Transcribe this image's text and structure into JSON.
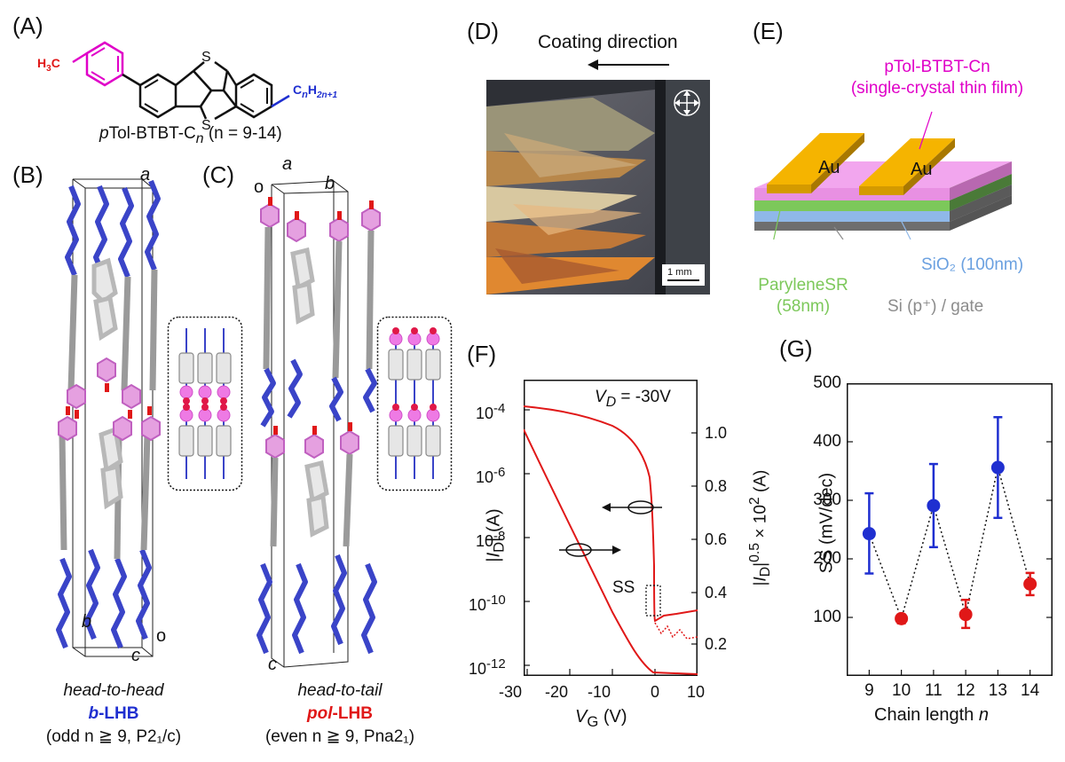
{
  "colors": {
    "blue": "#1f2fd0",
    "red": "#e01818",
    "magenta": "#e000c8",
    "pink": "#e28ae0",
    "gold": "#f5b400",
    "green": "#7cc85a",
    "lightblue": "#8fb8e8",
    "grey": "#8c8c8c"
  },
  "panels": {
    "A": "(A)",
    "B": "(B)",
    "C": "(C)",
    "D": "(D)",
    "E": "(E)",
    "F": "(F)",
    "G": "(G)"
  },
  "panelA": {
    "ch3_prefix": "H",
    "ch3_sub": "3",
    "ch3_suffix": "C",
    "s_top": "S",
    "s_bottom": "S",
    "cn_c": "C",
    "cn_n": "n",
    "cn_h": "H",
    "cn_sub": "2n+1",
    "name_p": "p",
    "name_main": "Tol-BTBT-C",
    "name_n": "n",
    "name_range": "(n = 9-14)"
  },
  "panelB": {
    "axis_a": "a",
    "axis_b": "b",
    "axis_c": "c",
    "axis_o": "o",
    "cap1": "head-to-head",
    "cap2_bold": "b",
    "cap2_rest": "-LHB",
    "cap3": "(odd n ≧ 9, P2₁/c)"
  },
  "panelC": {
    "axis_a": "a",
    "axis_b": "b",
    "axis_c": "c",
    "axis_o": "o",
    "cap1": "head-to-tail",
    "cap2_bold": "pol",
    "cap2_rest": "-LHB",
    "cap3": "(even n ≧ 9, Pna2₁)"
  },
  "panelD": {
    "coating": "Coating direction",
    "scale": "1 mm"
  },
  "panelE": {
    "title1": "pTol-BTBT-Cn",
    "title2": "(single-crystal thin film)",
    "au1": "Au",
    "au2": "Au",
    "sio2": "SiO₂ (100nm)",
    "parylene": "ParyleneSR",
    "parylene_thk": "(58nm)",
    "si": "Si (p⁺) / gate"
  },
  "panelF": {
    "annotation": "V_D = -30V",
    "ss": "SS",
    "xlabel": "V_G (V)",
    "ylabel_left": "|I_D| (A)",
    "ylabel_right": "|I_D|^0.5 × 10² (A)",
    "xticks": [
      "-30",
      "-20",
      "-10",
      "0",
      "10"
    ],
    "yticks_left": [
      "10-4",
      "10-6",
      "10-8",
      "10-10",
      "10-12"
    ],
    "yticks_right": [
      "1.0",
      "0.8",
      "0.6",
      "0.4",
      "0.2"
    ]
  },
  "chart_data": {
    "type": "scatter",
    "xlabel": "Chain length n",
    "ylabel": "SS (mV/dec)",
    "xlim": [
      8.3,
      14.7
    ],
    "ylim": [
      0,
      500
    ],
    "xticks": [
      "9",
      "10",
      "11",
      "12",
      "13",
      "14"
    ],
    "yticks": [
      "100",
      "200",
      "300",
      "400",
      "500"
    ],
    "points": [
      {
        "x": 9,
        "y": 243,
        "err_low": 175,
        "err_high": 312,
        "color": "#1f2fd0"
      },
      {
        "x": 10,
        "y": 98,
        "err_low": 90,
        "err_high": 105,
        "color": "#e01818"
      },
      {
        "x": 11,
        "y": 291,
        "err_low": 220,
        "err_high": 362,
        "color": "#1f2fd0"
      },
      {
        "x": 12,
        "y": 105,
        "err_low": 82,
        "err_high": 130,
        "color": "#e01818"
      },
      {
        "x": 13,
        "y": 356,
        "err_low": 270,
        "err_high": 442,
        "color": "#1f2fd0"
      },
      {
        "x": 14,
        "y": 157,
        "err_low": 138,
        "err_high": 176,
        "color": "#e01818"
      }
    ]
  }
}
